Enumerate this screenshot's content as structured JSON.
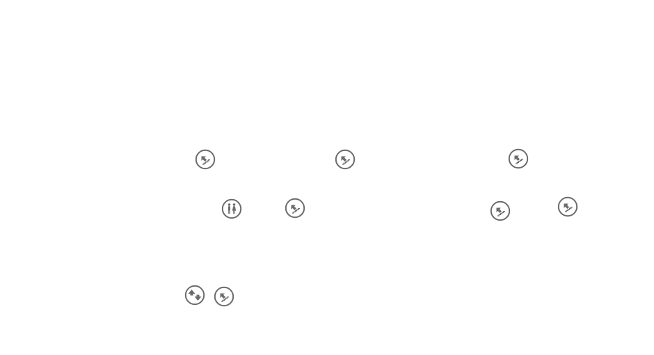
{
  "map": {
    "background_color": "#ffffff",
    "marker_color": "#6b6b6b",
    "markers": [
      {
        "id": "m1",
        "type": "escalator-up-icon"
      },
      {
        "id": "m2",
        "type": "escalator-up-icon"
      },
      {
        "id": "m3",
        "type": "escalator-up-icon"
      },
      {
        "id": "m4",
        "type": "restroom-icon"
      },
      {
        "id": "m5",
        "type": "escalator-up-icon"
      },
      {
        "id": "m6",
        "type": "escalator-up-icon"
      },
      {
        "id": "m7",
        "type": "escalator-up-icon"
      },
      {
        "id": "m8",
        "type": "elevator-icon"
      },
      {
        "id": "m9",
        "type": "escalator-up-icon"
      }
    ]
  }
}
